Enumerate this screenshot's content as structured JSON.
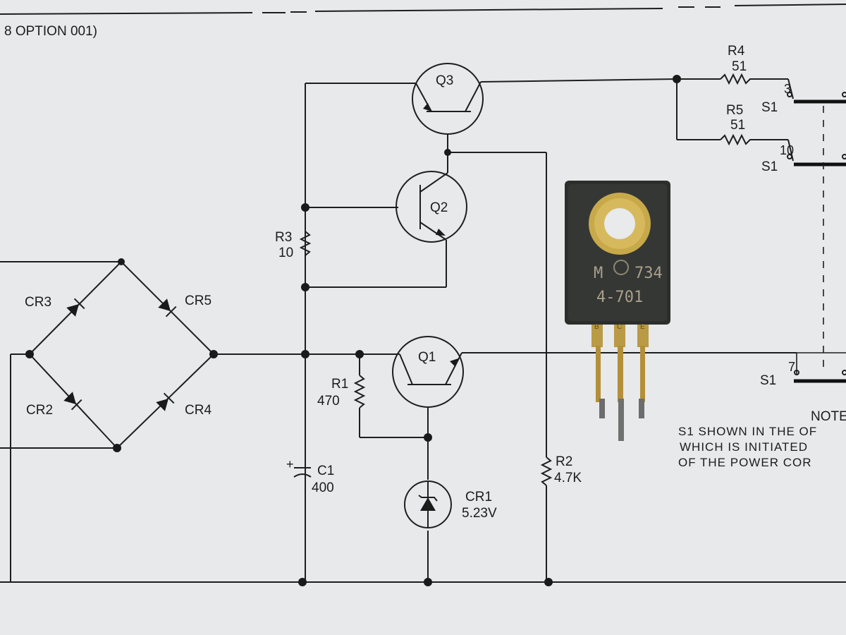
{
  "header": {
    "option_text": "8 OPTION 001)"
  },
  "components": {
    "q1": "Q1",
    "q2": "Q2",
    "q3": "Q3",
    "r1": "R1",
    "r1_value": "470",
    "r2": "R2",
    "r2_value": "4.7K",
    "r3": "R3",
    "r3_value": "10",
    "r4": "R4",
    "r4_value": "51",
    "r5": "R5",
    "r5_value": "51",
    "c1": "C1",
    "c1_value": "400",
    "c1_polarity": "+",
    "cr1": "CR1",
    "cr1_value": "5.23V",
    "cr2": "CR2",
    "cr3": "CR3",
    "cr4": "CR4",
    "cr5": "CR5"
  },
  "switch_labels": {
    "s1_a": "S1",
    "s1_b": "S1",
    "s1_c": "S1",
    "pin_3": "3",
    "pin_10": "10",
    "pin_7": "7"
  },
  "note": {
    "title": "NOTE",
    "line1": "S1 SHOWN IN THE OF",
    "line2": "WHICH IS INITIATED",
    "line3": "OF THE POWER COR"
  },
  "transistor_package": {
    "marking_line1": "734",
    "marking_line2": "4-701",
    "logo": "M",
    "pin_labels": [
      "B",
      "C",
      "E"
    ]
  }
}
